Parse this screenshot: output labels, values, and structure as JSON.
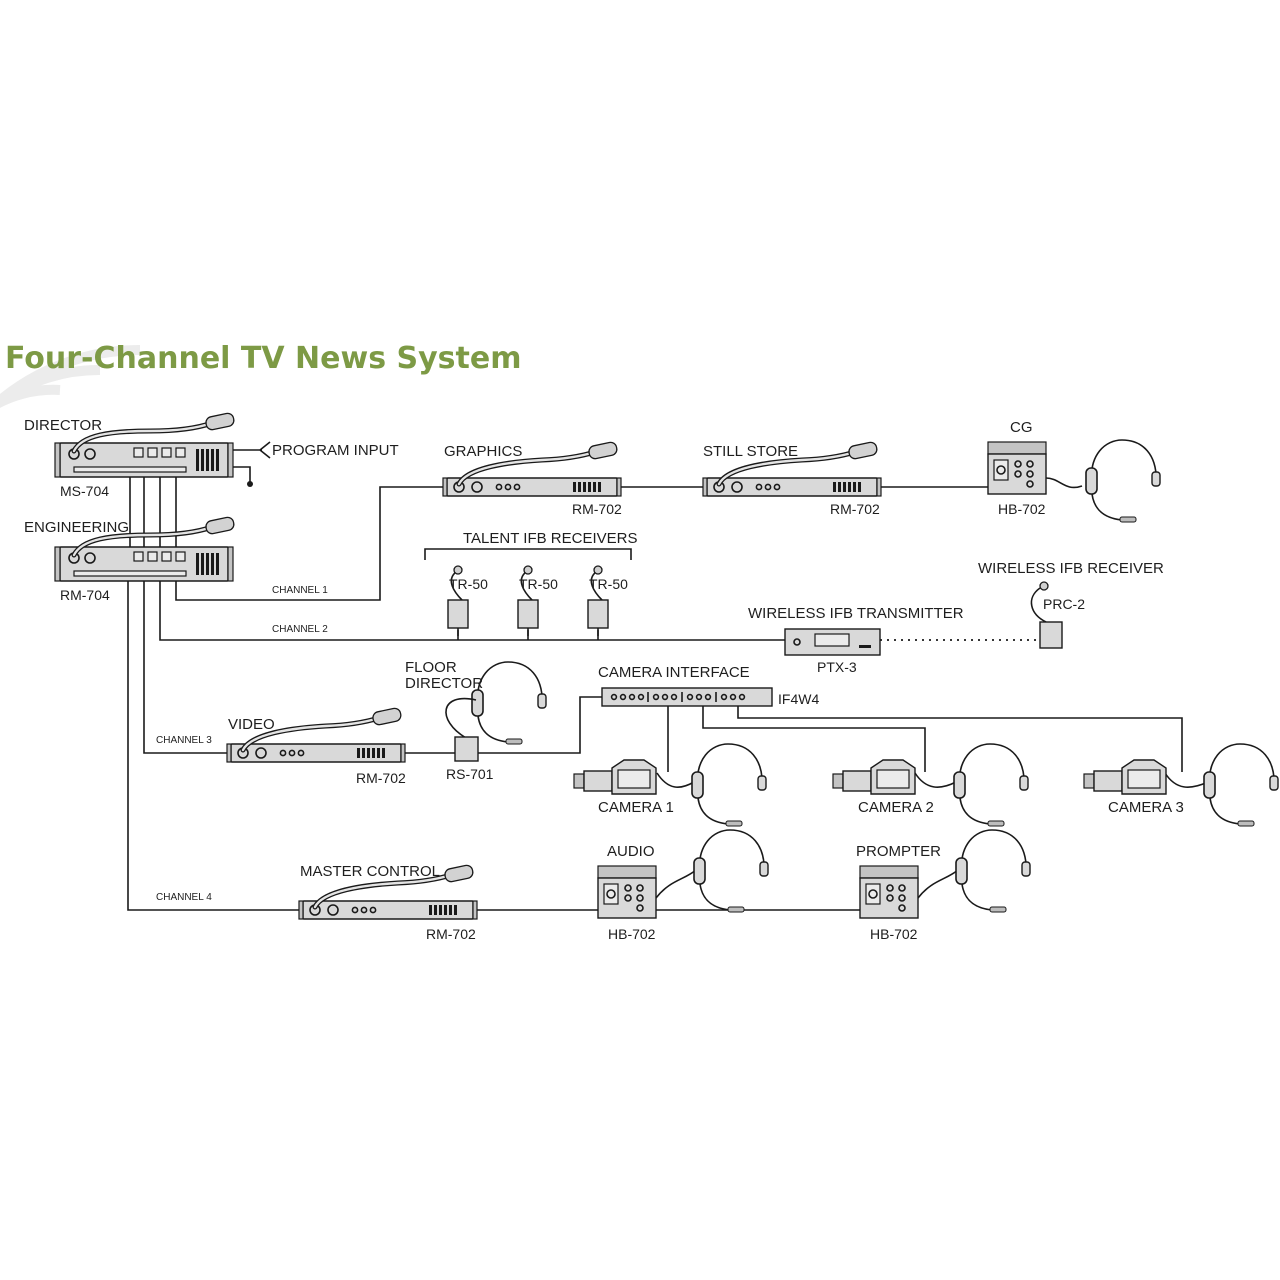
{
  "title": "Four-Channel TV News System",
  "stations": {
    "director": {
      "label": "DIRECTOR",
      "model": "MS-704"
    },
    "program_input": {
      "label": "PROGRAM INPUT"
    },
    "engineering": {
      "label": "ENGINEERING",
      "model": "RM-704"
    },
    "graphics": {
      "label": "GRAPHICS",
      "model": "RM-702"
    },
    "still_store": {
      "label": "STILL STORE",
      "model": "RM-702"
    },
    "cg": {
      "label": "CG",
      "model": "HB-702"
    },
    "talent_ifb": {
      "label": "TALENT IFB RECEIVERS",
      "receivers": [
        "TR-50",
        "TR-50",
        "TR-50"
      ]
    },
    "wireless_ifb_transmitter": {
      "label": "WIRELESS IFB TRANSMITTER",
      "model": "PTX-3"
    },
    "wireless_ifb_receiver": {
      "label": "WIRELESS IFB RECEIVER",
      "model": "PRC-2"
    },
    "floor_director": {
      "label_line1": "FLOOR",
      "label_line2": "DIRECTOR",
      "model": "RS-701"
    },
    "video": {
      "label": "VIDEO",
      "model": "RM-702"
    },
    "camera_interface": {
      "label": "CAMERA INTERFACE",
      "model": "IF4W4"
    },
    "cameras": [
      {
        "label": "CAMERA 1"
      },
      {
        "label": "CAMERA 2"
      },
      {
        "label": "CAMERA 3"
      }
    ],
    "master_control": {
      "label": "MASTER CONTROL",
      "model": "RM-702"
    },
    "audio": {
      "label": "AUDIO",
      "model": "HB-702"
    },
    "prompter": {
      "label": "PROMPTER",
      "model": "HB-702"
    }
  },
  "channels": [
    "CHANNEL 1",
    "CHANNEL 2",
    "CHANNEL 3",
    "CHANNEL 4"
  ]
}
